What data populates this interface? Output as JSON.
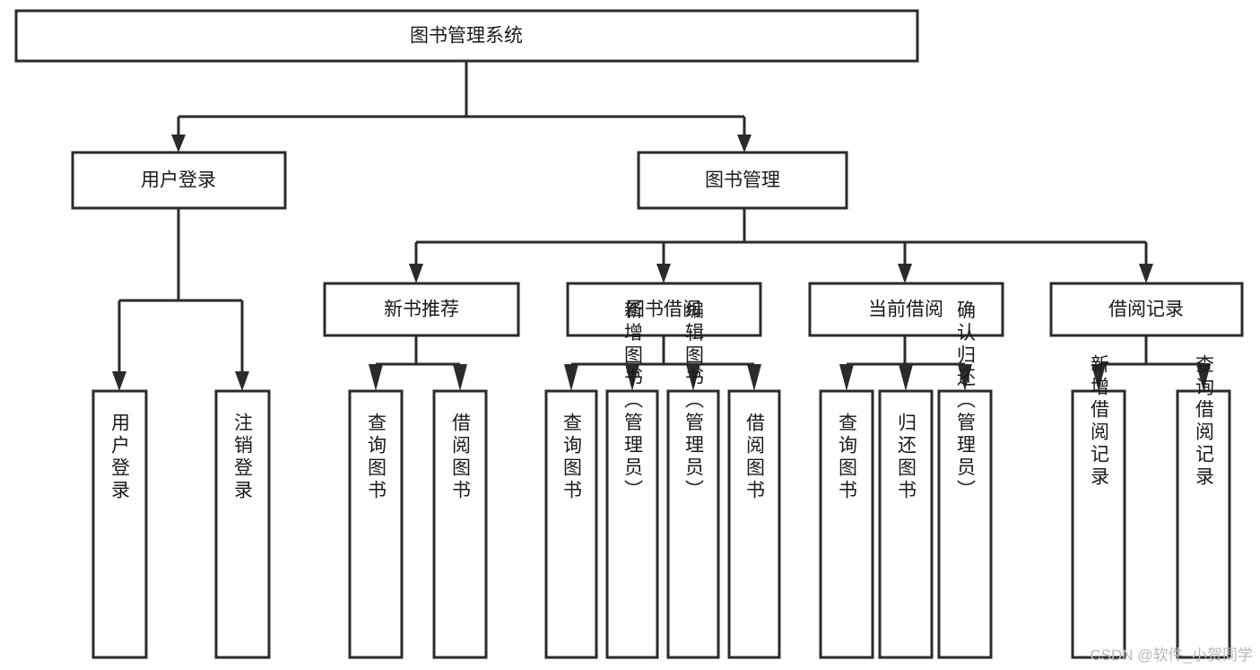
{
  "diagram": {
    "type": "tree",
    "title": "图书管理系统",
    "style": {
      "box_fill": "#ffffff",
      "box_stroke": "#2b2b2b",
      "line_color": "#2b2b2b",
      "text_color": "#1a1a1a",
      "background": "#ffffff",
      "watermark_color": "#b9b9b9"
    },
    "root": {
      "label": "图书管理系统"
    },
    "level2": [
      {
        "label": "用户登录"
      },
      {
        "label": "图书管理"
      }
    ],
    "level3": [
      {
        "label": "新书推荐"
      },
      {
        "label": "图书借阅"
      },
      {
        "label": "当前借阅"
      },
      {
        "label": "借阅记录"
      }
    ],
    "leaves": {
      "user_login": [
        {
          "label": "用户登录"
        },
        {
          "label": "注销登录"
        }
      ],
      "new_book": [
        {
          "label": "查询图书"
        },
        {
          "label": "借阅图书"
        }
      ],
      "book_borrow": [
        {
          "label": "查询图书"
        },
        {
          "label": "新增图书（管理员）"
        },
        {
          "label": "编辑图书（管理员）"
        },
        {
          "label": "借阅图书"
        }
      ],
      "current_borrow": [
        {
          "label": "查询图书"
        },
        {
          "label": "归还图书"
        },
        {
          "label": "确认归还（管理员）"
        }
      ],
      "borrow_record": [
        {
          "label": "新增借阅记录"
        },
        {
          "label": "查询借阅记录"
        }
      ]
    },
    "watermark": "CSDN @软件_小贺同学"
  }
}
